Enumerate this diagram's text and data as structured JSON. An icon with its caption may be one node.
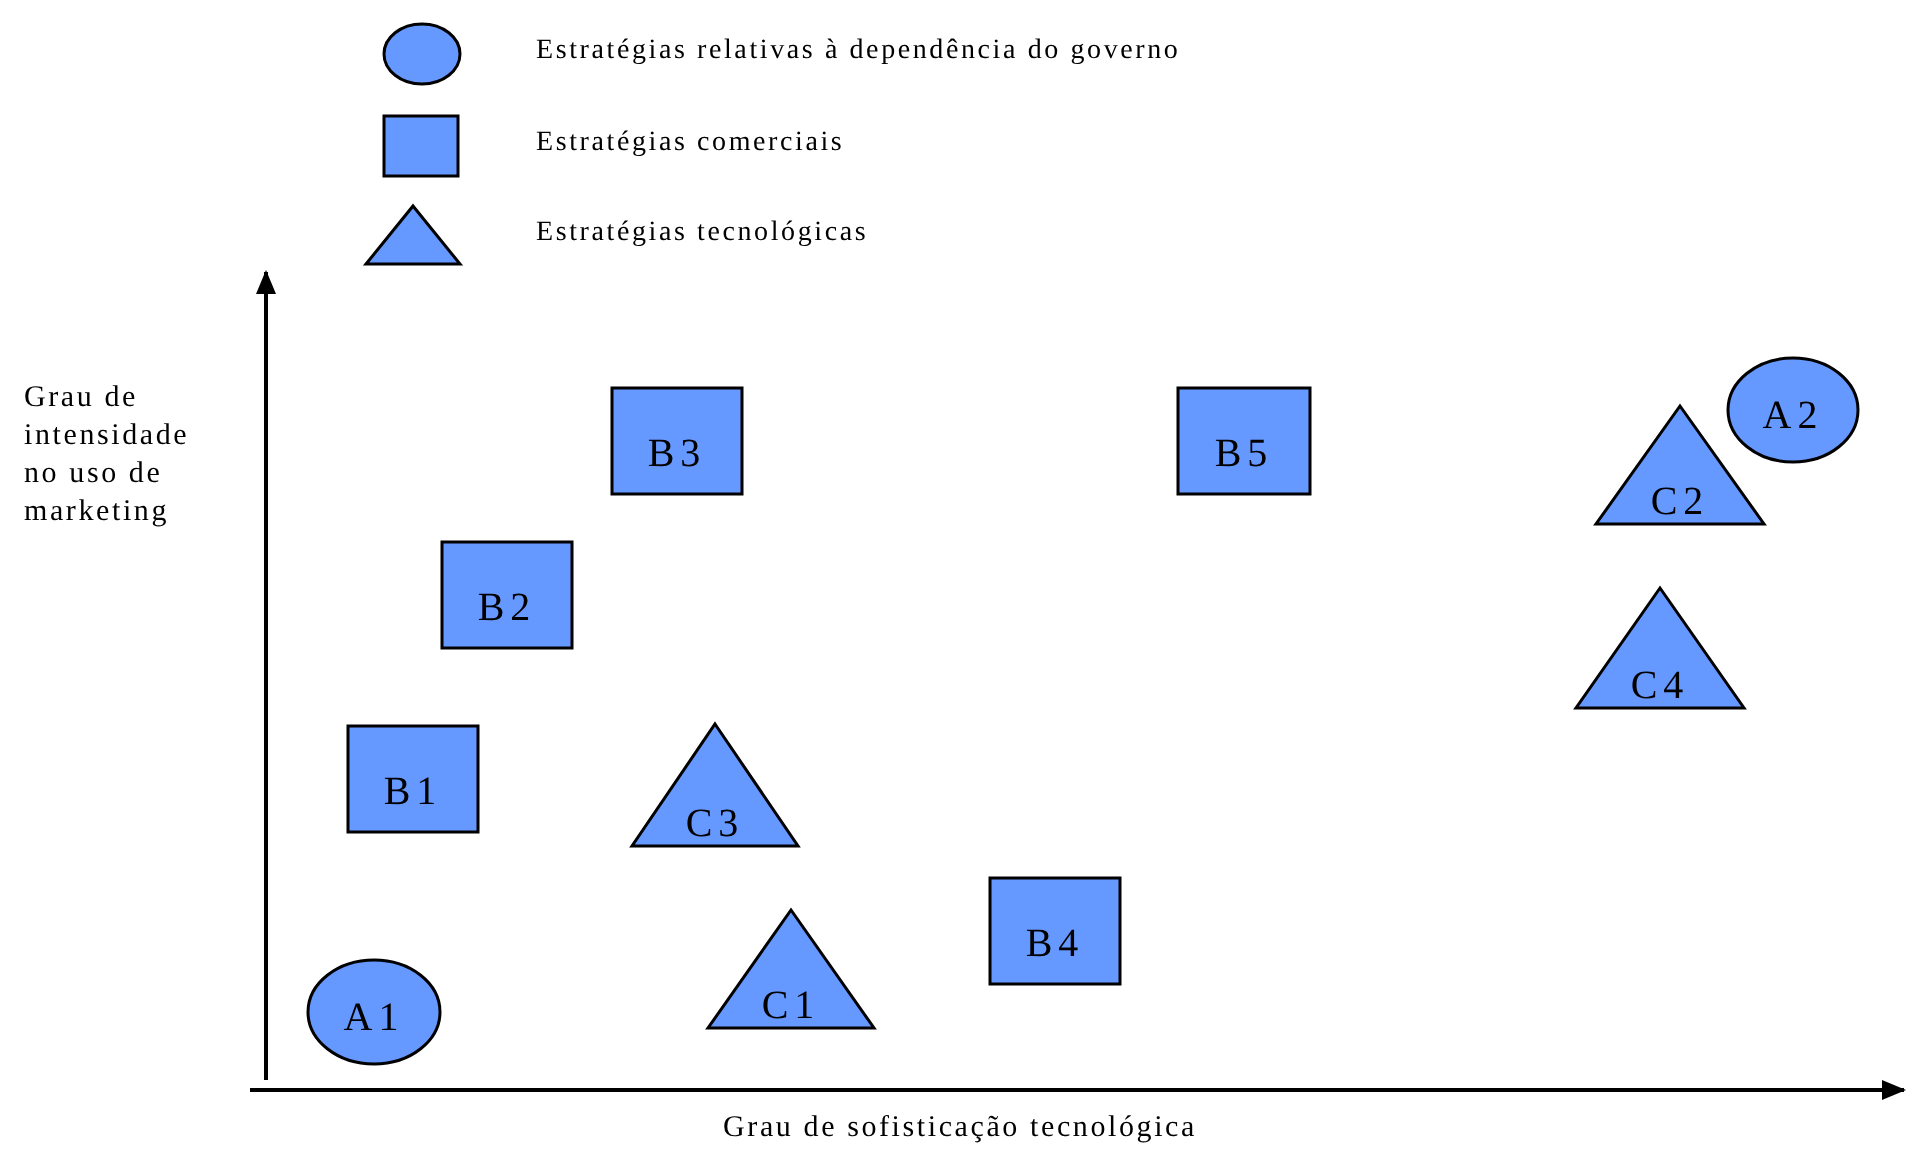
{
  "diagram": {
    "nodes": [
      {
        "text": [
          "B3"
        ]
      },
      {
        "text": [
          "B5"
        ]
      },
      {
        "text": [
          "A2"
        ]
      },
      {
        "text": [
          "C2"
        ]
      },
      {
        "text": [
          "B2"
        ]
      },
      {
        "text": [
          "C4"
        ]
      },
      {
        "text": [
          "B1"
        ]
      },
      {
        "text": [
          "C3"
        ]
      },
      {
        "text": [
          "B4"
        ]
      },
      {
        "text": [
          "C1"
        ]
      },
      {
        "text": [
          "A1"
        ]
      }
    ],
    "edges": [],
    "labels": [
      "Grau de intensidade no uso de marketing",
      "Grau de sofisticação tecnológica"
    ],
    "legend": [
      {
        "text": "Estratégias relativas à dependência do governo"
      },
      {
        "text": "Estratégias comerciais"
      },
      {
        "text": "Estratégias tecnológicas"
      }
    ]
  }
}
